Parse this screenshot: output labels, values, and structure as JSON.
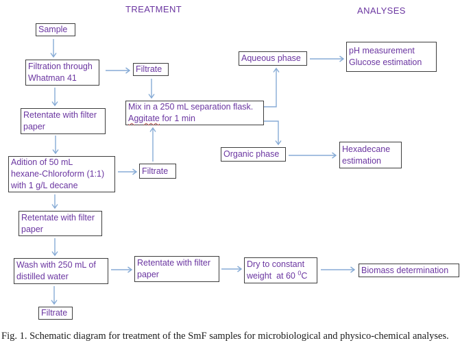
{
  "headers": {
    "treatment": "TREATMENT",
    "analyses": "ANALYSES"
  },
  "nodes": {
    "sample": "Sample",
    "filtration": "Filtration through\nWhatman 41",
    "filtrate_top": "Filtrate",
    "retentate_after_filtration": "Retentate with filter\npaper",
    "addition": "Adition of 50 mL\nhexane-Chloroform (1:1)\nwith 1 g/L decane",
    "filtrate_mid": "Filtrate",
    "mix_line1": "Mix in a 250 mL separation flask.",
    "mix_word": "Aggitate",
    "mix_rest": " for 1 min",
    "aqueous": "Aqueous phase",
    "ph_glucose": "pH measurement\nGlucose estimation",
    "organic": "Organic phase",
    "hexadecane": "Hexadecane\nestimation",
    "retentate_after_addition": "Retentate with filter\npaper",
    "wash": "Wash with 250 mL of\ndistilled water",
    "retentate_after_wash": "Retentate with filter\npaper",
    "dry_line1": "Dry to constant",
    "dry_line2": "weight  at 60 ",
    "dry_sup": "0",
    "dry_unit": "C",
    "biomass": "Biomass determination",
    "filtrate_bottom": "Filtrate"
  },
  "caption": "Fig. 1. Schematic diagram for treatment of the SmF samples for microbiological and physico-chemical analyses.",
  "colors": {
    "text": "#6a35a0",
    "arrow": "#85aad5",
    "border": "#3c3c3c"
  }
}
